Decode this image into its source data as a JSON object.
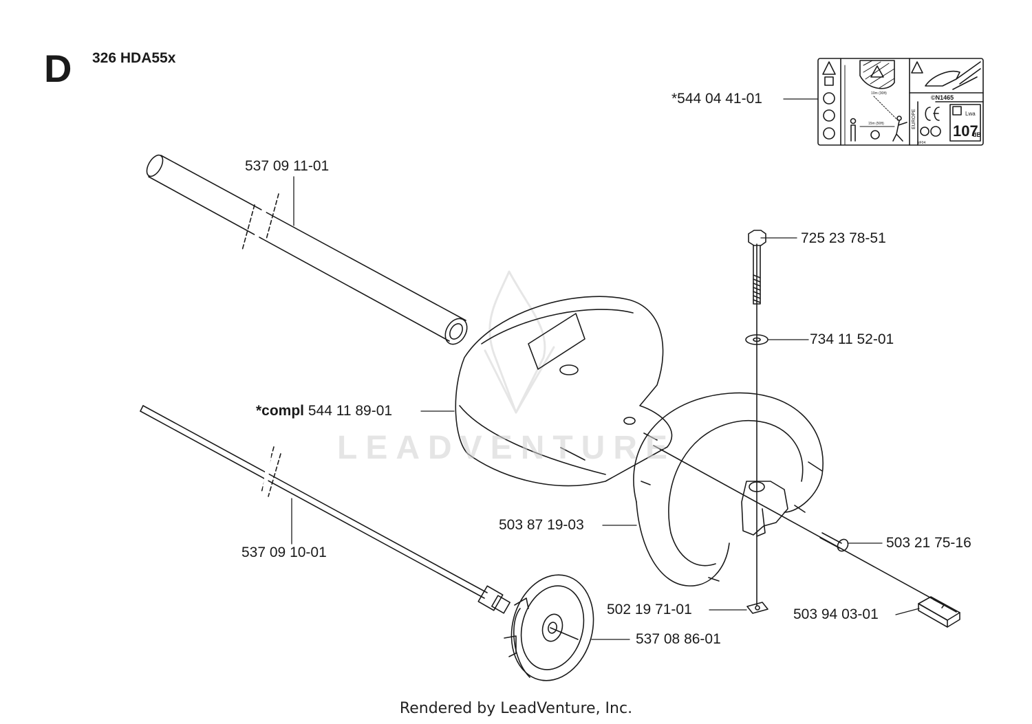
{
  "header": {
    "section_letter": "D",
    "model": "326 HDA55x"
  },
  "decal": {
    "part_number": "*544 04 41-01",
    "text_n1465": "©N1465",
    "text_europe": "EUROPE",
    "text_lwa": "Lwa",
    "text_107": "107",
    "text_db": "dB",
    "text_15m": "15m (50ft)",
    "text_10m": "10m (30ft)",
    "text_nf": "NF04"
  },
  "labels": {
    "tube": "537 09 11-01",
    "bolt": "725 23 78-51",
    "washer": "734 11 52-01",
    "guard_compl": "*compl",
    "guard": "544 11 89-01",
    "drive_shaft": "537 09 10-01",
    "handle": "503 87 19-03",
    "screw": "503 21 75-16",
    "nut": "502 19 71-01",
    "spacer": "503 94 03-01",
    "clutch_drum": "537 08 86-01"
  },
  "watermark": "LEADVENTURE",
  "footer": "Rendered by LeadVenture, Inc."
}
